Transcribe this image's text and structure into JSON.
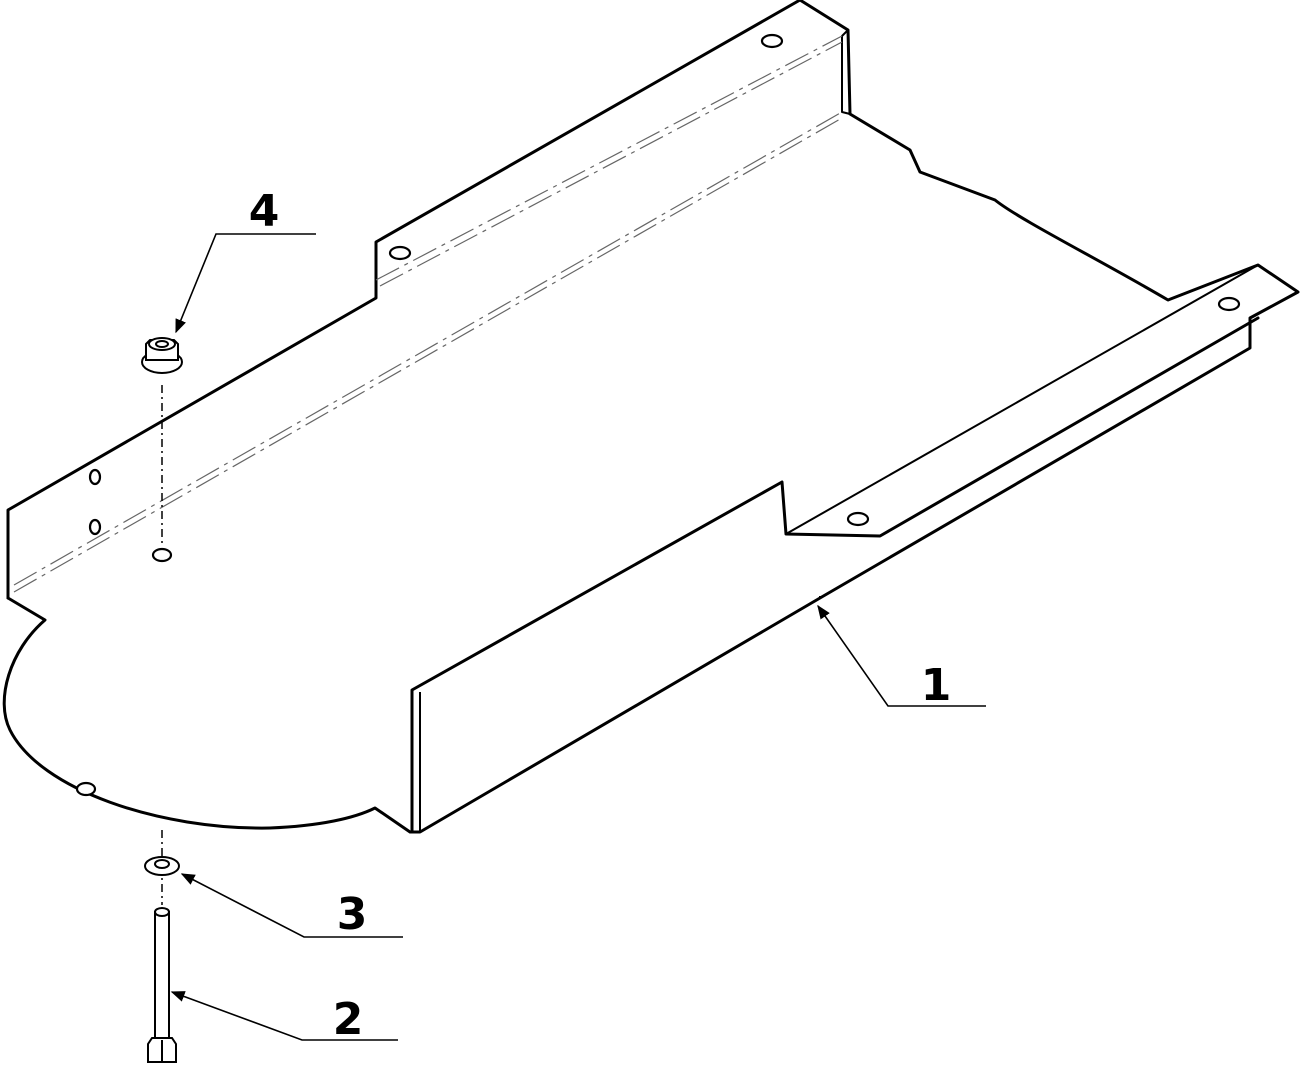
{
  "callouts": [
    {
      "id": "1",
      "label": "1",
      "part": "guard-plate"
    },
    {
      "id": "2",
      "label": "2",
      "part": "hex-bolt"
    },
    {
      "id": "3",
      "label": "3",
      "part": "washer"
    },
    {
      "id": "4",
      "label": "4",
      "part": "flange-nut"
    }
  ],
  "colors": {
    "line": "#000000",
    "background": "#ffffff",
    "bend_line": "#666666"
  }
}
